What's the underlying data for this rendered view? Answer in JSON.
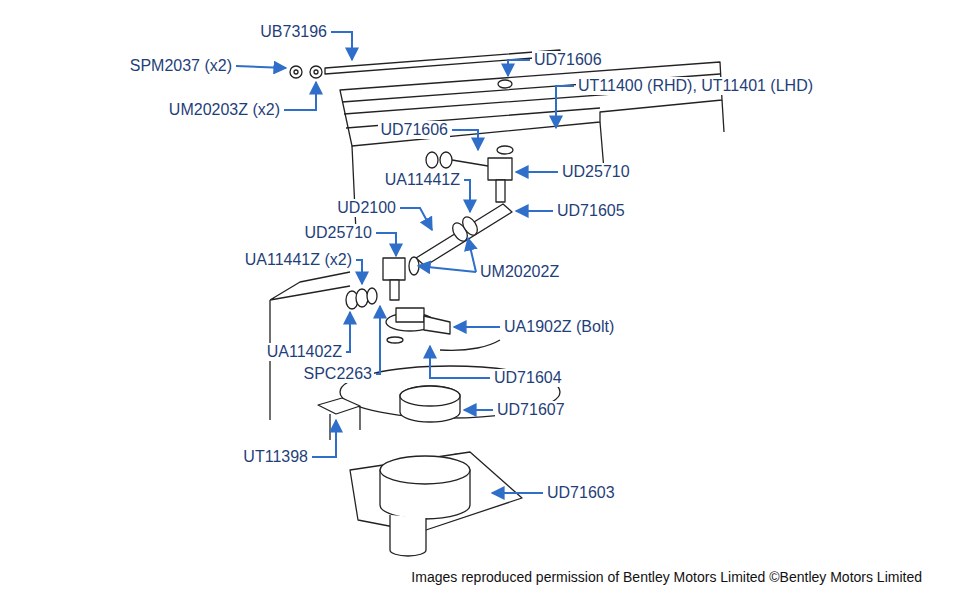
{
  "diagram": {
    "caption": "Images reproduced permission of Bentley Motors Limited ©Bentley Motors Limited",
    "labels": [
      "UB73196",
      "UD71606",
      "SPM2037 (x2)",
      "UT11400 (RHD), UT11401 (LHD)",
      "UM20203Z (x2)",
      "UD71606",
      "UD25710",
      "UA11441Z",
      "UD2100",
      "UD71605",
      "UD25710",
      "UA11441Z (x2)",
      "UM20202Z",
      "UA1902Z (Bolt)",
      "UA11402Z",
      "SPC2263",
      "UD71604",
      "UD71607",
      "UT11398",
      "UD71603"
    ]
  }
}
